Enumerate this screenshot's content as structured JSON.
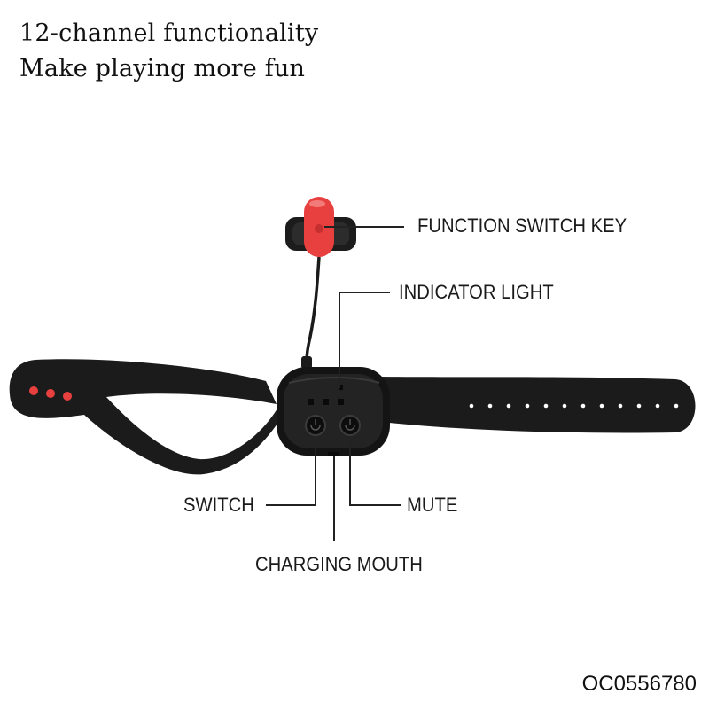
{
  "headline": {
    "line1": "12-channel functionality",
    "line2": "Make playing more fun"
  },
  "labels": {
    "function_switch_key": "FUNCTION SWITCH KEY",
    "indicator_light": "INDICATOR LIGHT",
    "switch": "SWITCH",
    "mute": "MUTE",
    "charging_mouth": "CHARGING MOUTH"
  },
  "product_code": "OC0556780",
  "colors": {
    "strap": "#1b1b1b",
    "accent_red": "#e8403f",
    "leader_line": "#222222"
  }
}
